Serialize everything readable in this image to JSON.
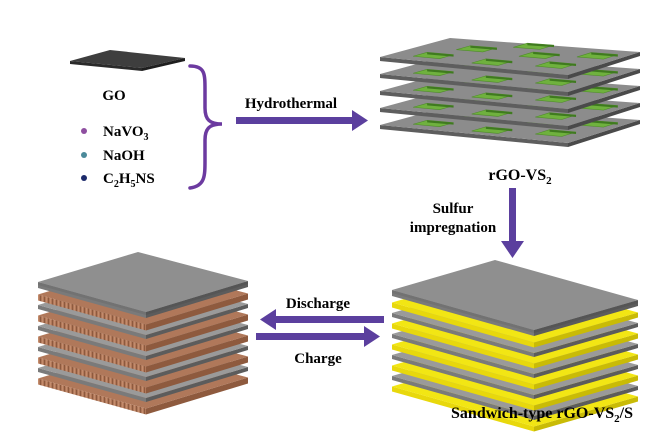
{
  "labels": {
    "go": "GO",
    "hydrothermal": "Hydrothermal",
    "rgo_vs2": {
      "main": "rGO-VS",
      "sub": "2"
    },
    "sulfur_line1": "Sulfur",
    "sulfur_line2": "impregnation",
    "discharge": "Discharge",
    "charge": "Charge",
    "sandwich": {
      "pre": "Sandwich-type rGO-VS",
      "sub": "2",
      "post": "/S"
    }
  },
  "reagents": [
    {
      "parts": [
        [
          "NaVO",
          false
        ],
        [
          "3",
          true
        ]
      ],
      "color": "#8e4ea0"
    },
    {
      "parts": [
        [
          "NaOH",
          false
        ]
      ],
      "color": "#4b8a9a"
    },
    {
      "parts": [
        [
          "C",
          false
        ],
        [
          "2",
          true
        ],
        [
          "H",
          false
        ],
        [
          "5",
          true
        ],
        [
          "NS",
          false
        ]
      ],
      "color": "#1c2a6b"
    }
  ],
  "colors": {
    "arrow": "#5b3f9e",
    "brace": "#6c3aa0",
    "graphene": "#9b9b9b",
    "vs2_patch": "#6fb13e",
    "sulfur_layer": "#f2e614",
    "discharged_layer": "#b0785a"
  }
}
